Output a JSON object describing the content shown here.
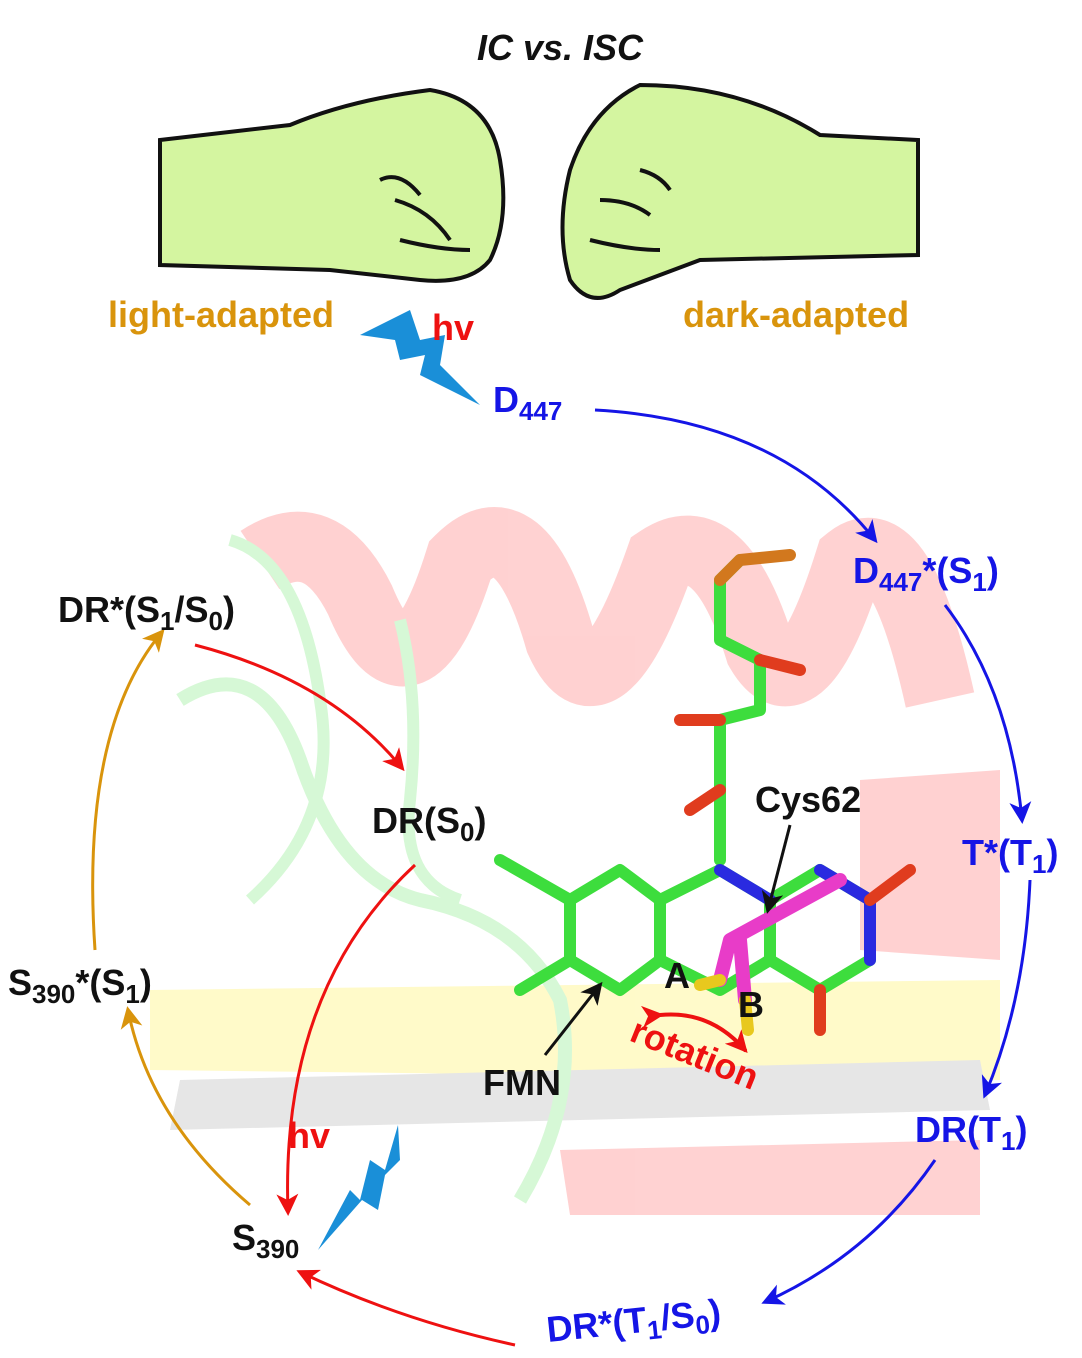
{
  "title": "IC vs. ISC",
  "fists": {
    "left_label": "light-adapted",
    "right_label": "dark-adapted"
  },
  "hv_label": "hv",
  "states": {
    "d447": {
      "base": "D",
      "sub": "447"
    },
    "d447_s1": {
      "base": "D",
      "sub": "447",
      "rest1": "*(S",
      "sub2": "1",
      "rest2": ")"
    },
    "t_t1": {
      "base": "T*(T",
      "sub": "1",
      "rest": ")"
    },
    "dr_t1": {
      "base": "DR(T",
      "sub": "1",
      "rest": ")"
    },
    "dr_t1_s0": {
      "base": "DR*(T",
      "sub": "1",
      "mid": "/S",
      "sub2": "0",
      "rest": ")"
    },
    "s390": {
      "base": "S",
      "sub": "390"
    },
    "s390_s1": {
      "base": "S",
      "sub": "390",
      "rest1": "*(S",
      "sub2": "1",
      "rest2": ")"
    },
    "dr_s1_s0": {
      "base": "DR*(S",
      "sub": "1",
      "mid": "/S",
      "sub2": "0",
      "rest": ")"
    },
    "dr_s0": {
      "base": "DR(S",
      "sub": "0",
      "rest": ")"
    }
  },
  "structure_labels": {
    "cys": "Cys62",
    "a": "A",
    "b": "B",
    "fmn": "FMN",
    "rotation": "rotation"
  },
  "colors": {
    "blue": "#1515e6",
    "red": "#ee1111",
    "orange": "#d9940c",
    "black": "#111111",
    "fist": "#d4f5a0"
  }
}
